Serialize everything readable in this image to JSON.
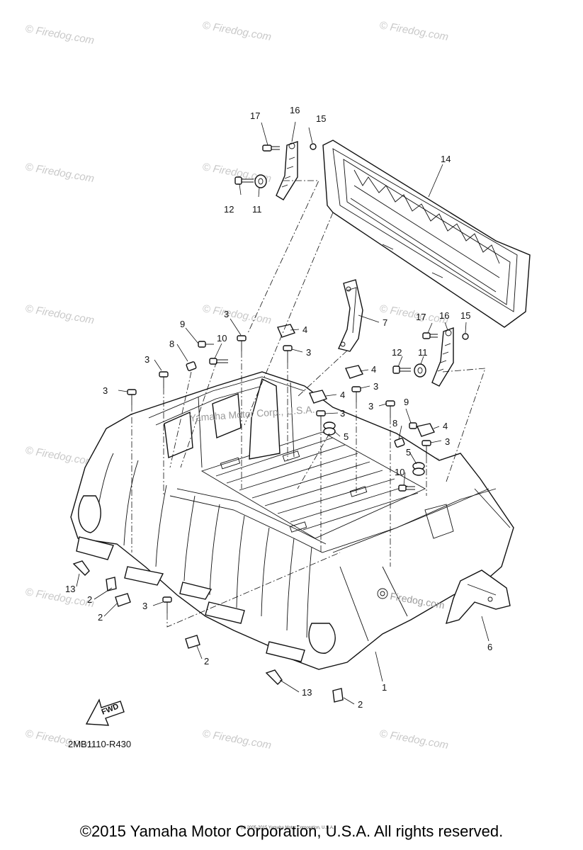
{
  "watermark": {
    "text": "© Firedog.com",
    "center_text": "Yamaha Motor Corp., U.S.A.",
    "badge_text": "Firedog.com"
  },
  "callouts": [
    "1",
    "2",
    "3",
    "4",
    "5",
    "6",
    "7",
    "8",
    "9",
    "10",
    "11",
    "12",
    "13",
    "14",
    "15",
    "16",
    "17"
  ],
  "fwd_label": "FWD",
  "diagram_code": "2MB1110-R430",
  "small_print": "(c) 2005-2015 Yamaha Motor Corporation, U.S.A.",
  "copyright": "©2015 Yamaha Motor Corporation, U.S.A. All rights reserved."
}
